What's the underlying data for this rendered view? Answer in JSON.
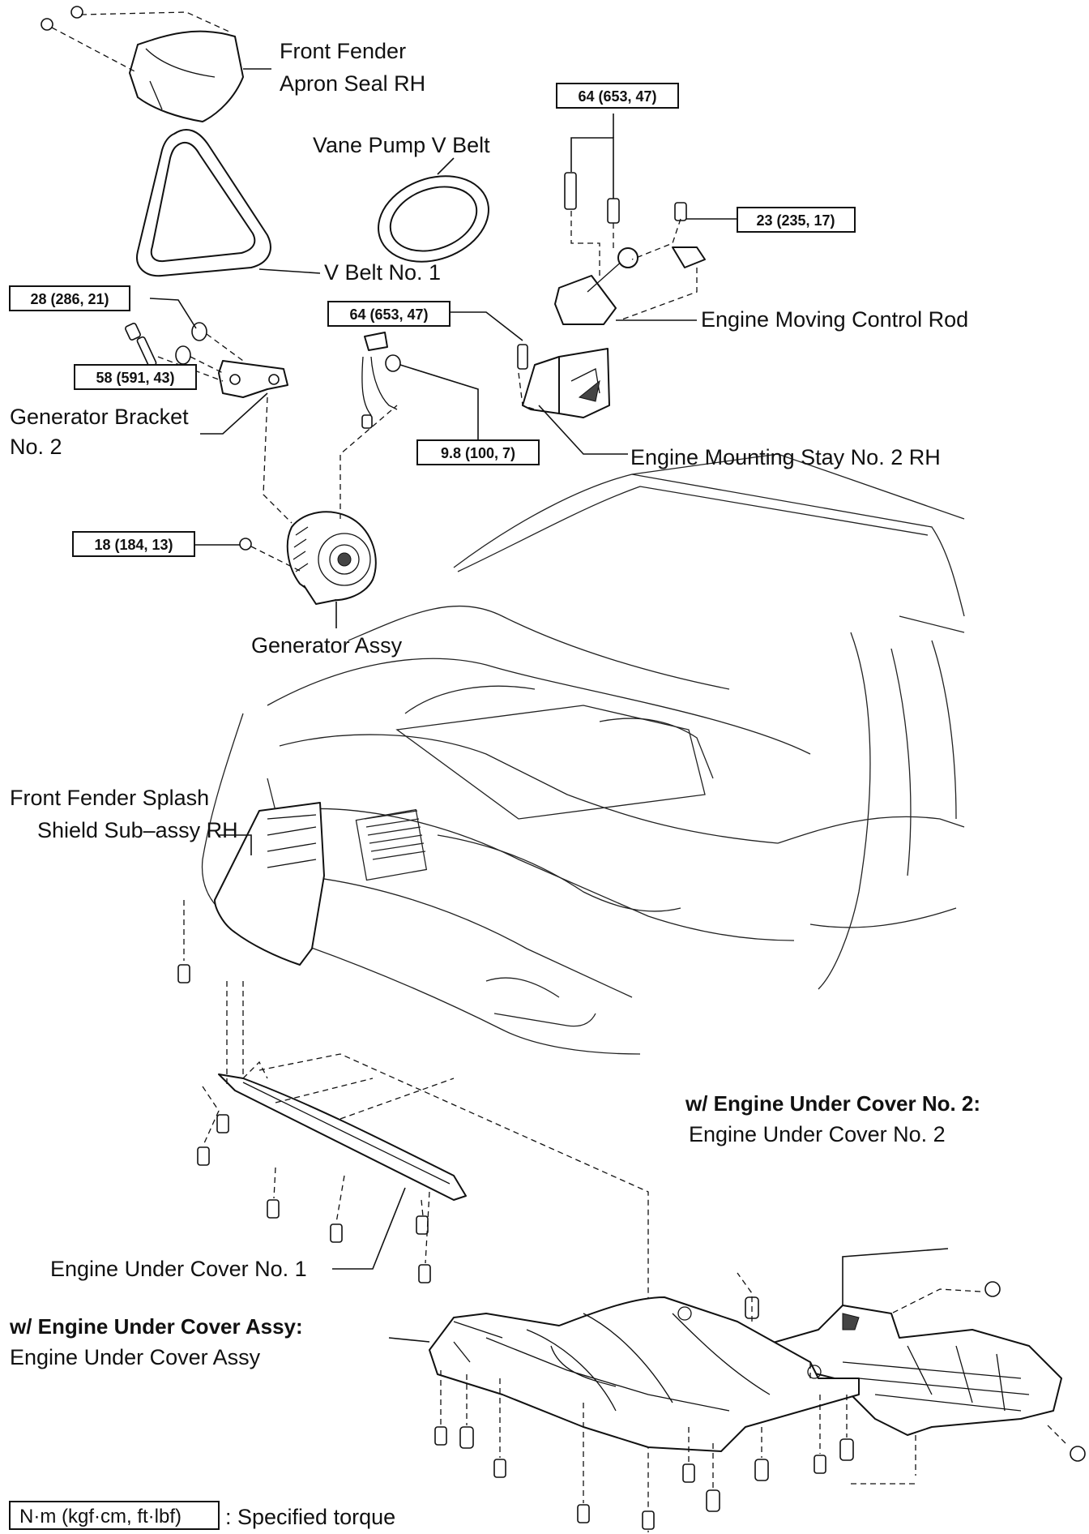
{
  "labels": {
    "front_fender_apron_seal_rh": [
      "Front Fender",
      "Apron Seal RH"
    ],
    "vane_pump_v_belt": "Vane Pump V Belt",
    "v_belt_no1": "V Belt No. 1",
    "engine_moving_control_rod": "Engine Moving Control Rod",
    "generator_bracket_no2": [
      "Generator Bracket",
      "No. 2"
    ],
    "engine_mounting_stay_no2_rh": "Engine Mounting Stay No. 2 RH",
    "generator_assy": "Generator Assy",
    "front_fender_splash_shield": [
      "Front Fender Splash",
      "Shield Sub–assy RH"
    ],
    "engine_under_cover_no1": "Engine Under Cover No. 1",
    "w_engine_under_cover_no2_heading": "w/ Engine Under Cover No. 2:",
    "engine_under_cover_no2": "Engine Under Cover No. 2",
    "w_engine_under_cover_assy_heading": "w/ Engine Under Cover Assy:",
    "engine_under_cover_assy": "Engine Under Cover Assy"
  },
  "torques": {
    "mount_bolt_top": "64 (653, 47)",
    "control_rod_bolt": "23 (235, 17)",
    "bracket_nut": "28 (286, 21)",
    "stay_bolt": "64 (653, 47)",
    "bracket_bolt": "58 (591, 43)",
    "terminal_nut": "9.8 (100, 7)",
    "generator_bolt": "18 (184, 13)"
  },
  "legend": {
    "units_box": "N·m (kgf·cm, ft·lbf)",
    "text": ": Specified torque"
  }
}
